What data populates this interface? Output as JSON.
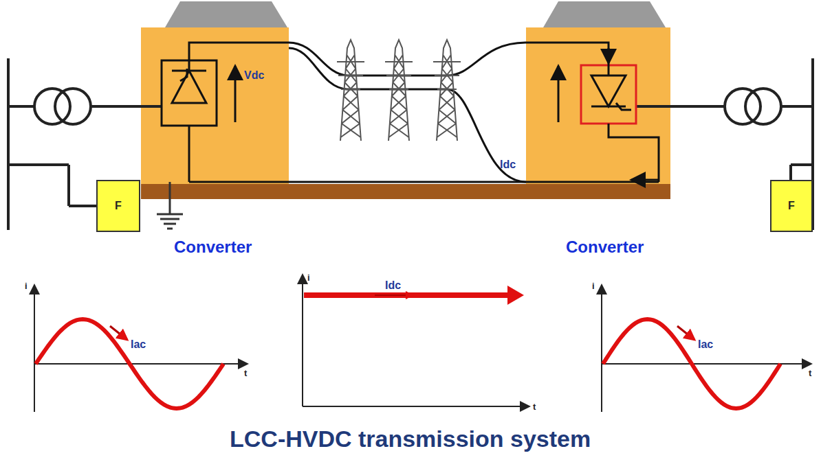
{
  "diagram": {
    "title": "LCC-HVDC transmission system",
    "nodes": [
      {
        "text": [
          "F"
        ]
      },
      {
        "text": [
          "F"
        ]
      }
    ],
    "labels": [
      "Vdc",
      "Idc",
      "Converter",
      "Converter",
      "i",
      "Iac",
      "t",
      "i",
      "Idc",
      "t",
      "i",
      "Iac",
      "t"
    ]
  }
}
